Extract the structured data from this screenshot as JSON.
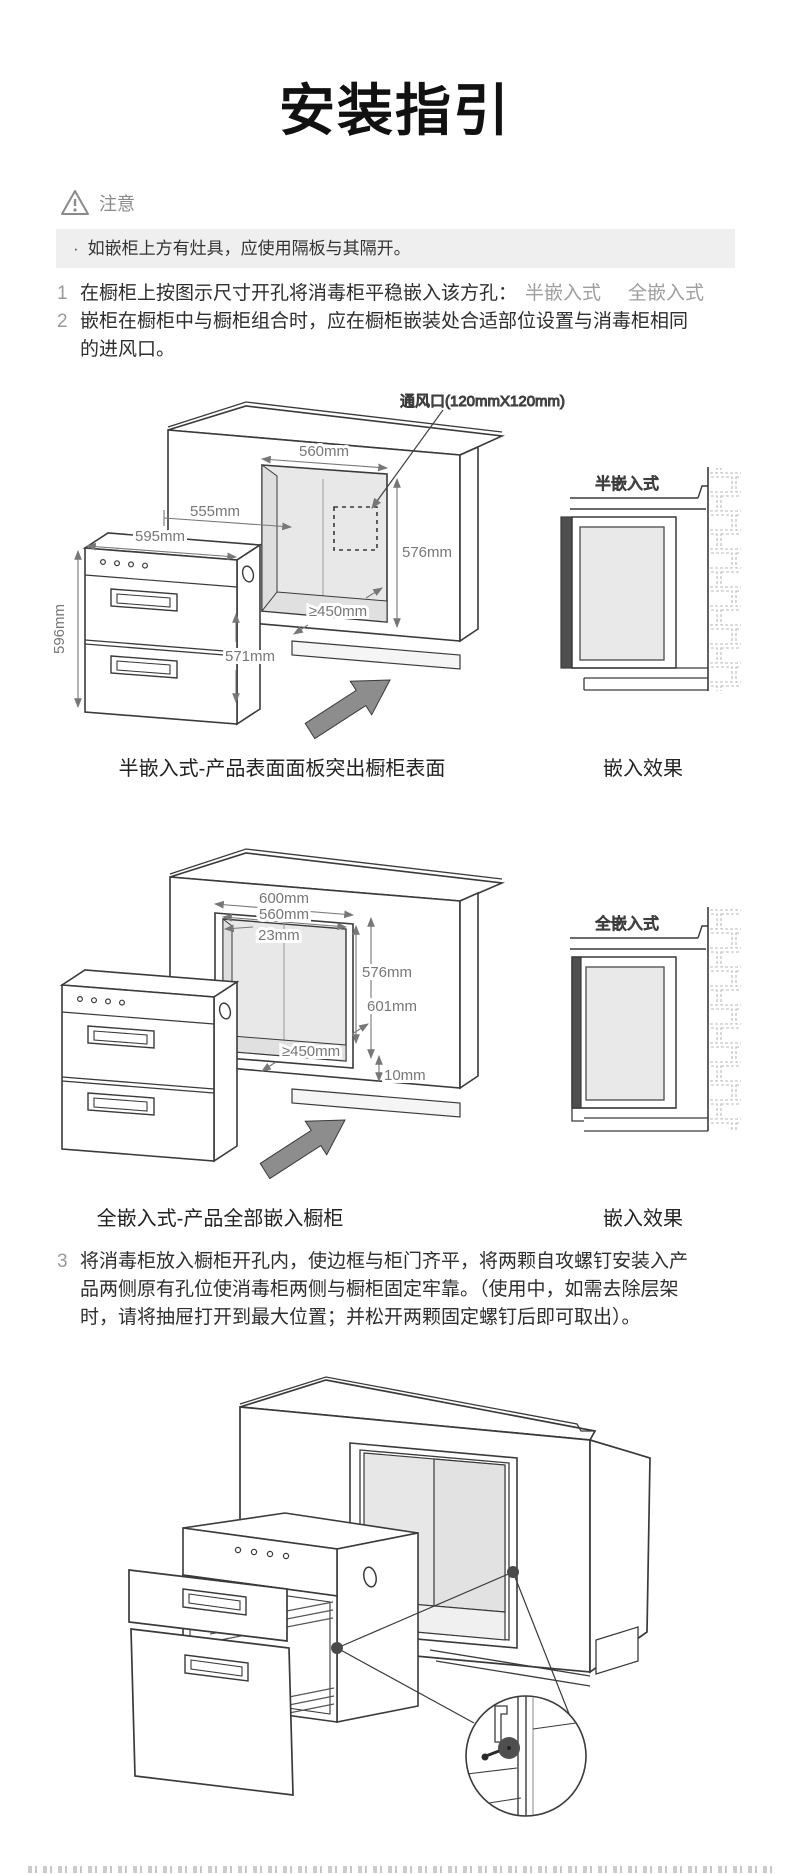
{
  "colors": {
    "title": "#111111",
    "body_text": "#2e2e2e",
    "muted_option": "#9e9e9e",
    "dimension_text": "#777777",
    "line_art": "#3a3a3a",
    "notice_background": "#efefef",
    "opening_fill": "#e8e8e8",
    "dark_panel": "#4f4f4f",
    "arrow_gray": "#8d8d8d"
  },
  "header": {
    "title": "安装指引"
  },
  "notice": {
    "warning_icon": "warning-triangle-icon",
    "label": "注意",
    "bullet": "·",
    "text": "如嵌柜上方有灶具，应使用隔板与其隔开。"
  },
  "steps": {
    "step1": {
      "num": "1",
      "text": "在橱柜上按图示尺寸开孔将消毒柜平稳嵌入该方孔：",
      "option1": "半嵌入式",
      "option2": "全嵌入式"
    },
    "step2": {
      "num": "2",
      "text": "嵌柜在橱柜中与橱柜组合时，应在橱柜嵌装处合适部位设置与消毒柜相同\n的进风口。"
    },
    "step3": {
      "num": "3",
      "text": "将消毒柜放入橱柜开孔内，使边框与柜门齐平，将两颗自攻螺钉安装入产\n品两侧原有孔位使消毒柜两侧与橱柜固定牢靠。（使用中，如需去除层架\n时，请将抽屉打开到最大位置；并松开两颗固定螺钉后即可取出）。"
    }
  },
  "diagram_semi": {
    "vent_label": "通风口(120mmX120mm)",
    "dim_opening_width": "560mm",
    "dim_body_width": "555mm",
    "dim_panel_width": "595mm",
    "dim_product_height": "596mm",
    "dim_opening_height": "576mm",
    "dim_depth": "≥450mm",
    "dim_under_counter": "571mm",
    "side_view_label": "半嵌入式",
    "caption": "半嵌入式-产品表面面板突出橱柜表面",
    "effect_caption": "嵌入效果"
  },
  "diagram_full": {
    "dim_outer_width": "600mm",
    "dim_inner_width": "560mm",
    "dim_frame_offset": "23mm",
    "dim_opening_height": "576mm",
    "dim_total_height": "601mm",
    "dim_depth": "≥450mm",
    "dim_bottom_gap": "10mm",
    "side_view_label": "全嵌入式",
    "caption": "全嵌入式-产品全部嵌入橱柜",
    "effect_caption": "嵌入效果"
  }
}
